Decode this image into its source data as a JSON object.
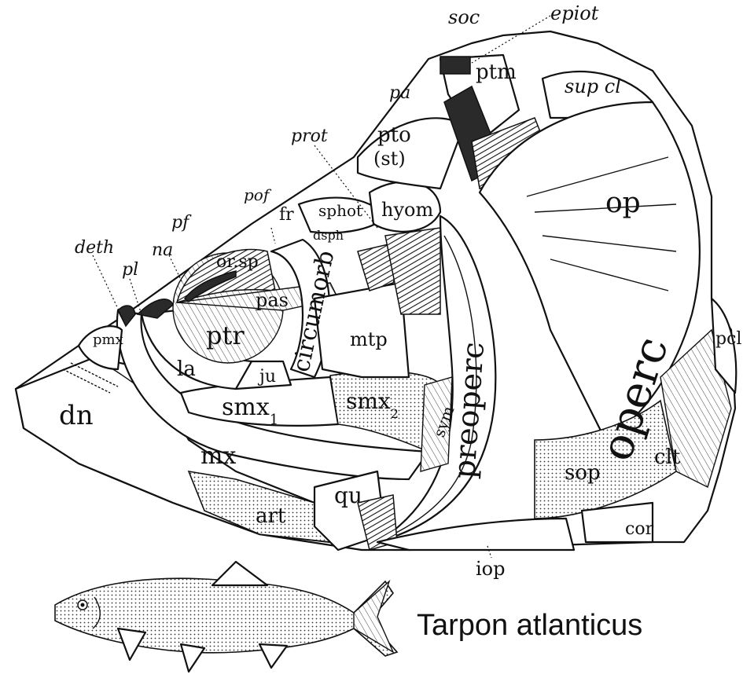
{
  "labels": {
    "soc": "soc",
    "epiot": "epiot",
    "ptm": "ptm",
    "sup_cl": "sup cl",
    "pa": "pa",
    "prot": "prot",
    "pto": "pto",
    "st": "(st)",
    "op": "op",
    "pof": "pof",
    "fr": "fr",
    "sphot": "sphot",
    "hyom": "hyom",
    "dsph": "dsph",
    "deth": "deth",
    "pl": "pl",
    "na": "na",
    "pf": "pf",
    "or_sp": "or.sp",
    "pas": "pas",
    "circumorb": "circumorb",
    "pmx": "pmx",
    "ptr": "ptr",
    "mtp": "mtp",
    "preoperc": "preoperc",
    "operc": "operc",
    "pcl": "pcl",
    "la": "la",
    "ju": "ju",
    "smx1": "smx",
    "smx1_sub": "1",
    "smx2": "smx",
    "smx2_sub": "2",
    "sym": "sym",
    "dn": "dn",
    "mx": "mx",
    "clt": "clt",
    "sop": "sop",
    "qu": "qu",
    "art": "art",
    "cor": "cor",
    "iop": "iop"
  },
  "caption": "Tarpon atlanticus",
  "colors": {
    "ink": "#111111",
    "paper": "#ffffff",
    "shade": "#2a2a2a"
  }
}
